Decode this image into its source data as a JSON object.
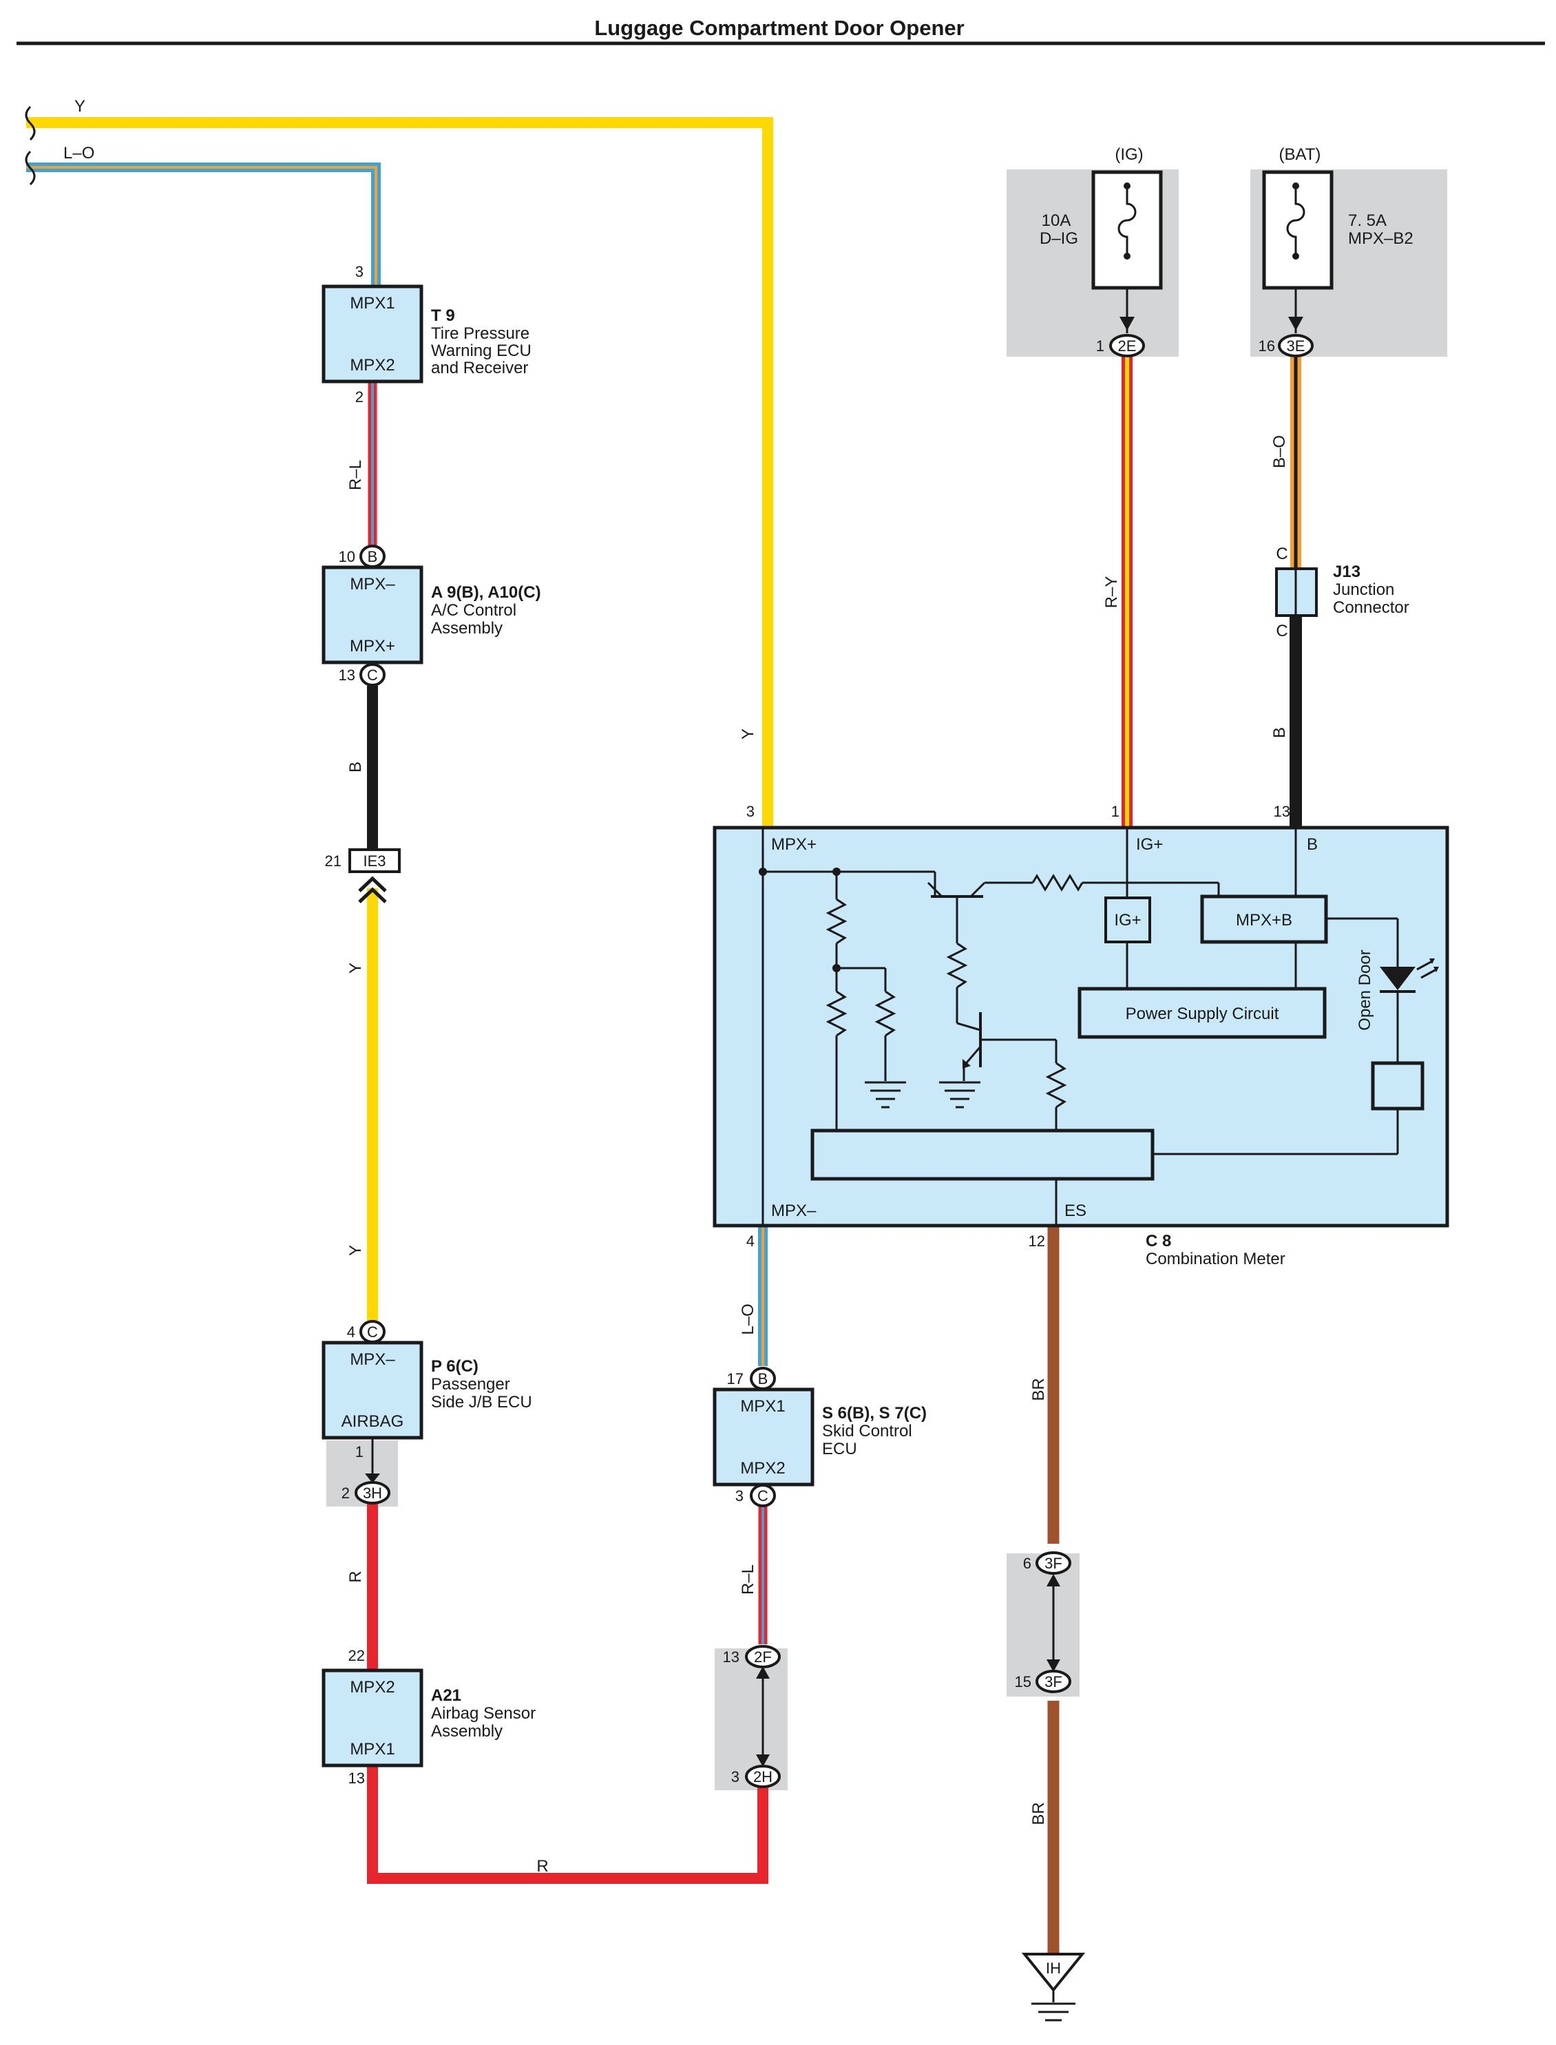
{
  "title": "Luggage Compartment Door Opener",
  "colors": {
    "Y": "#ffd800",
    "L": "#3fa3d6",
    "O": "#f2a033",
    "R": "#e8242c",
    "B": "#1a1a1a",
    "BR": "#a0522d",
    "box": "#c9e8f8",
    "gray": "#d4d5d7"
  },
  "wires": {
    "y_top": "Y",
    "lo_top": "L–O",
    "rl_t9": "R–L",
    "b_ac": "B",
    "y_ie3": "Y",
    "y_p6": "Y",
    "r_left": "R",
    "r_bottom": "R",
    "y_mid": "Y",
    "lo_mid": "L–O",
    "rl_s6": "R–L",
    "ry": "R–Y",
    "bo": "B–O",
    "b_right": "B",
    "br_1": "BR",
    "br_2": "BR"
  },
  "fuses": {
    "ig": {
      "header": "(IG)",
      "rating": "10A",
      "name": "D–IG"
    },
    "bat": {
      "header": "(BAT)",
      "rating": "7. 5A",
      "name": "MPX–B2"
    }
  },
  "components": {
    "t9": {
      "id": "T 9",
      "line1": "Tire Pressure",
      "line2": "Warning ECU",
      "line3": "and Receiver",
      "top": "MPX1",
      "bottom": "MPX2"
    },
    "a9": {
      "id": "A 9(B), A10(C)",
      "line1": "A/C Control",
      "line2": "Assembly",
      "top": "MPX–",
      "bottom": "MPX+"
    },
    "p6": {
      "id": "P 6(C)",
      "line1": "Passenger",
      "line2": "Side J/B ECU",
      "top": "MPX–",
      "bottom": "AIRBAG"
    },
    "a21": {
      "id": "A21",
      "line1": "Airbag Sensor",
      "line2": "Assembly",
      "top": "MPX2",
      "bottom": "MPX1"
    },
    "s6": {
      "id": "S 6(B), S 7(C)",
      "line1": "Skid Control",
      "line2": "ECU",
      "top": "MPX1",
      "bottom": "MPX2"
    },
    "j13": {
      "id": "J13",
      "line1": "Junction",
      "line2": "Connector",
      "pin_top": "C",
      "pin_bottom": "C"
    },
    "c8": {
      "id": "C 8",
      "line1": "Combination Meter",
      "mpx_plus": "MPX+",
      "ig_plus": "IG+",
      "b": "B",
      "mpx_minus": "MPX–",
      "es": "ES",
      "ig_box": "IG+",
      "mpxb_box": "MPX+B",
      "psc": "Power Supply Circuit",
      "open_door": "Open Door"
    }
  },
  "pins": {
    "t9_3": "3",
    "t9_2": "2",
    "a9_10": "10",
    "a9_13": "13",
    "ie3_21": "21",
    "p6_4": "4",
    "p6_1": "1",
    "h3_2": "2",
    "a21_22": "22",
    "a21_13": "13",
    "c8_3": "3",
    "c8_1": "1",
    "c8_13": "13",
    "c8_4": "4",
    "c8_12": "12",
    "s6_17": "17",
    "s6_3": "3",
    "f2_13": "13",
    "h2_3": "3",
    "e2_1": "1",
    "e3_16": "16",
    "f3_6": "6",
    "f3_15": "15"
  },
  "connectors": {
    "b": "B",
    "c": "C",
    "ie3": "IE3",
    "e2": "2E",
    "e3": "3E",
    "h3": "3H",
    "f2": "2F",
    "h2": "2H",
    "f3": "3F",
    "ih": "IH"
  }
}
